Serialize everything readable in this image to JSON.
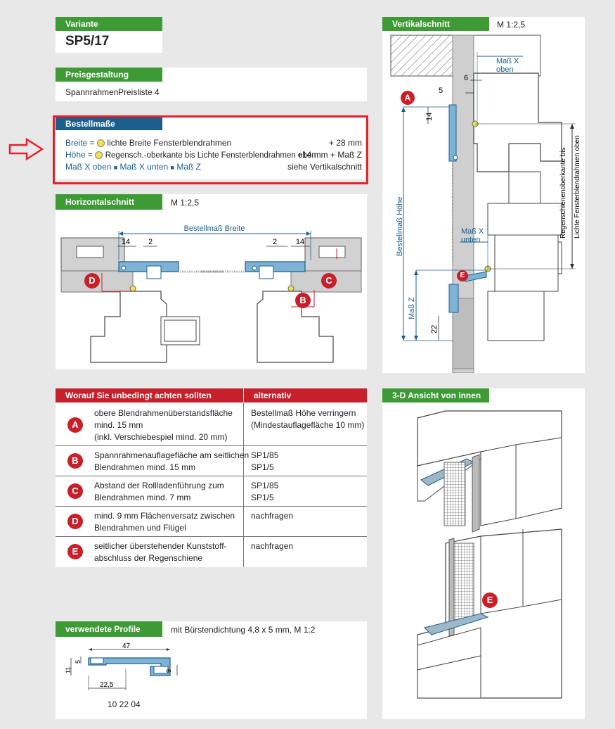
{
  "variante": {
    "title": "Variante",
    "value": "SP5/17"
  },
  "preis": {
    "title": "Preisgestaltung",
    "text1": "Spannrahmen",
    "text2": "Preisliste 4"
  },
  "bestell": {
    "title": "Bestellmaße",
    "l1_label": "Breite",
    "l1_eq": "=",
    "l1_text": "lichte Breite Fensterblendrahmen",
    "l1_val": "+ 28 mm",
    "l2_label": "Höhe",
    "l2_eq": "=",
    "l2_text": "Regensch.-oberkante bis Lichte Fensterblendrahmen oben",
    "l2_val": "+14 mm + Maß Z",
    "l3_a": "Maß X oben",
    "l3_b": "Maß X unten",
    "l3_c": "Maß Z",
    "l3_val": "siehe Vertikalschnitt"
  },
  "horiz": {
    "title": "Horizontalschnitt",
    "scale": "M 1:2,5",
    "dim_breite": "Bestellmaß Breite",
    "d14": "14",
    "d2": "2"
  },
  "vert": {
    "title": "Vertikalschnitt",
    "scale": "M 1:2,5",
    "massx_oben_1": "Maß X",
    "massx_oben_2": "oben",
    "massx_unten_1": "Maß X",
    "massx_unten_2": "unten",
    "d6": "6",
    "d5": "5",
    "d14": "14",
    "d22": "22",
    "hoehe": "Bestellmaß Höhe",
    "massz": "Maß Z",
    "side1": "Regenschienenoberkante bis",
    "side2": "Lichte Fensterblendrahmen oben"
  },
  "table": {
    "h1": "Worauf Sie unbedingt achten sollten",
    "h2": "alternativ",
    "rows": [
      {
        "badge": "A",
        "text": "obere Blendrahmenüberstandsfläche\nmind. 15 mm\n(inkl. Verschiebespiel mind. 20 mm)",
        "alt": "Bestellmaß Höhe verringern\n(Mindestauflagefläche 10 mm)"
      },
      {
        "badge": "B",
        "text": "Spannrahmenauflagefläche am seitlichen\nBlendrahmen mind. 15 mm",
        "alt": "SP1/85\nSP1/5"
      },
      {
        "badge": "C",
        "text": "Abstand der Rollladenführung zum\nBlendrahmen mind. 7 mm",
        "alt": "SP1/85\nSP1/5"
      },
      {
        "badge": "D",
        "text": "mind. 9 mm Flächenversatz zwischen\nBlendrahmen und Flügel",
        "alt": "nachfragen"
      },
      {
        "badge": "E",
        "text": "seitlicher überstehender Kunststoff-\nabschluss der Regenschiene",
        "alt": "nachfragen"
      }
    ]
  },
  "view3d": {
    "title": "3-D Ansicht von innen",
    "badge": "E"
  },
  "profile": {
    "title": "verwendete Profile",
    "desc": "mit Bürstendichtung 4,8 x 5 mm,   M 1:2",
    "d47": "47",
    "d5": "5",
    "d11": "11",
    "d9": "9",
    "d225": "22,5",
    "code": "10 22 04"
  },
  "colors": {
    "green": "#3d9a35",
    "blue": "#1c5f8c",
    "red": "#c8202b"
  }
}
